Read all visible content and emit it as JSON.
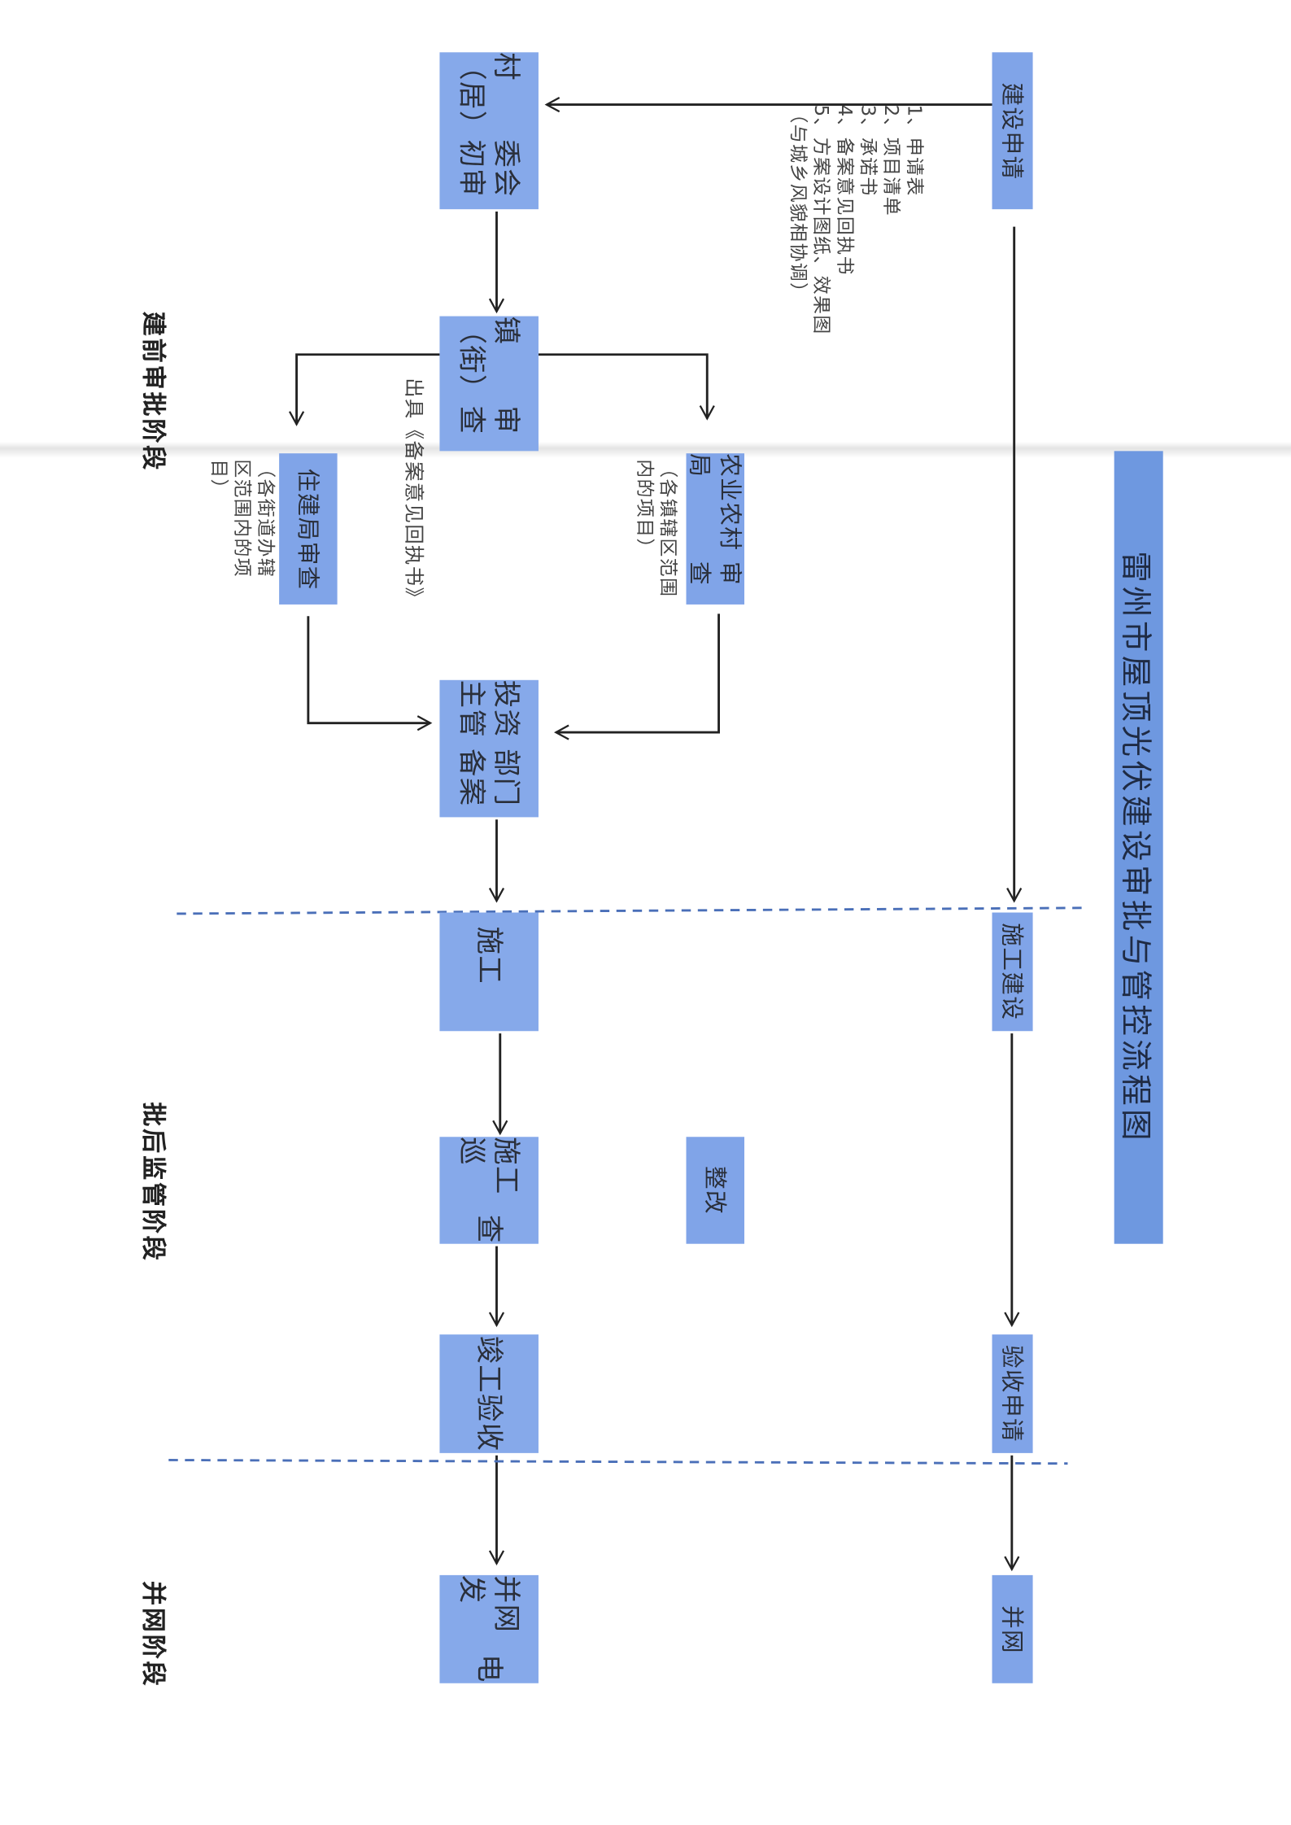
{
  "title": "雷州市屋顶光伏建设审批与管控流程图",
  "stages": {
    "pre": "建前审批阶段",
    "post": "批后监管阶段",
    "grid": "并网阶段"
  },
  "applicant_track": {
    "apply": "建设申请",
    "construct": "施工建设",
    "acceptance_apply": "验收申请",
    "grid": "并网"
  },
  "apply_materials": [
    "1、申请表",
    "2、项目清单",
    "3、承诺书",
    "4、备案意见回执书",
    "5、方案设计图纸、效果图",
    "（与城乡风貌相协调）"
  ],
  "approval_track": {
    "village": [
      "村（居）",
      "委会初审"
    ],
    "town": [
      "镇（街）",
      "审查"
    ],
    "town_note": "出具《备案意见回执书》",
    "agri": [
      "农业农村局",
      "审查"
    ],
    "agri_note": [
      "（各镇辖区范围",
      "内的项目）"
    ],
    "housing": [
      "住建局",
      "审查"
    ],
    "housing_note": [
      "（各街道办辖",
      "区范围内的项",
      "目）"
    ],
    "invest": [
      "投资主管",
      "部门备案"
    ],
    "construction": "施工",
    "patrol": [
      "施工巡",
      "查"
    ],
    "rectify": "整改",
    "completion": [
      "竣工验",
      "收"
    ],
    "grid_power": [
      "并网发",
      "电"
    ]
  },
  "colors": {
    "box": "#86a9ea",
    "title_box": "#6e98e0",
    "dashed": "#4a6fb8"
  }
}
